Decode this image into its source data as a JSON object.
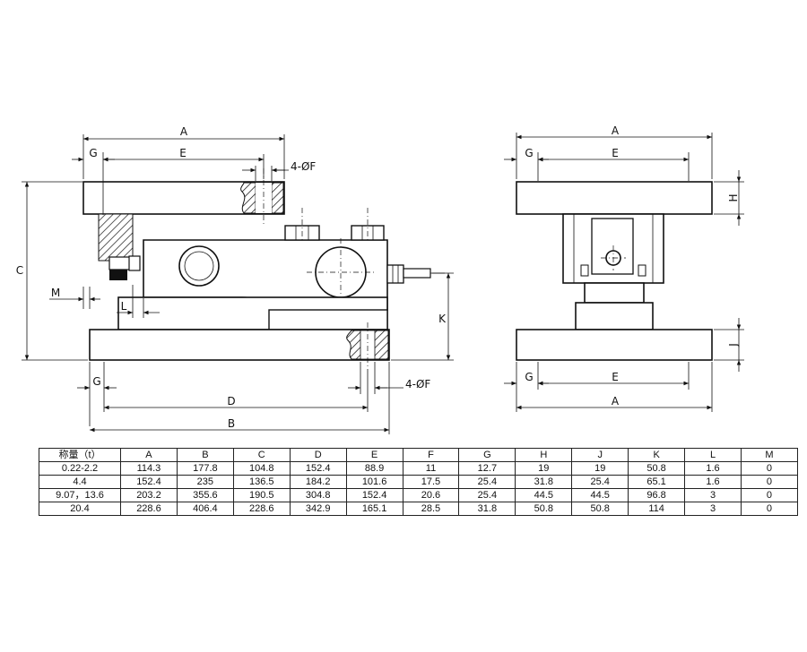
{
  "drawing": {
    "front_view": {
      "labels": {
        "A": "A",
        "E": "E",
        "G_top": "G",
        "F_top": "4-ØF",
        "C": "C",
        "M": "M",
        "L": "L",
        "K": "K",
        "G_bottom": "G",
        "F_bottom": "4-ØF",
        "D": "D",
        "B": "B"
      }
    },
    "side_view": {
      "labels": {
        "A_top": "A",
        "G_top": "G",
        "E_top": "E",
        "H": "H",
        "J": "J",
        "G_bottom": "G",
        "E_bottom": "E",
        "A_bottom": "A"
      }
    }
  },
  "table": {
    "headers": [
      "称量（t）",
      "A",
      "B",
      "C",
      "D",
      "E",
      "F",
      "G",
      "H",
      "J",
      "K",
      "L",
      "M"
    ],
    "rows": [
      [
        "0.22-2.2",
        "114.3",
        "177.8",
        "104.8",
        "152.4",
        "88.9",
        "11",
        "12.7",
        "19",
        "19",
        "50.8",
        "1.6",
        "0"
      ],
      [
        "4.4",
        "152.4",
        "235",
        "136.5",
        "184.2",
        "101.6",
        "17.5",
        "25.4",
        "31.8",
        "25.4",
        "65.1",
        "1.6",
        "0"
      ],
      [
        "9.07，13.6",
        "203.2",
        "355.6",
        "190.5",
        "304.8",
        "152.4",
        "20.6",
        "25.4",
        "44.5",
        "44.5",
        "96.8",
        "3",
        "0"
      ],
      [
        "20.4",
        "228.6",
        "406.4",
        "228.6",
        "342.9",
        "165.1",
        "28.5",
        "31.8",
        "50.8",
        "50.8",
        "114",
        "3",
        "0"
      ]
    ]
  }
}
